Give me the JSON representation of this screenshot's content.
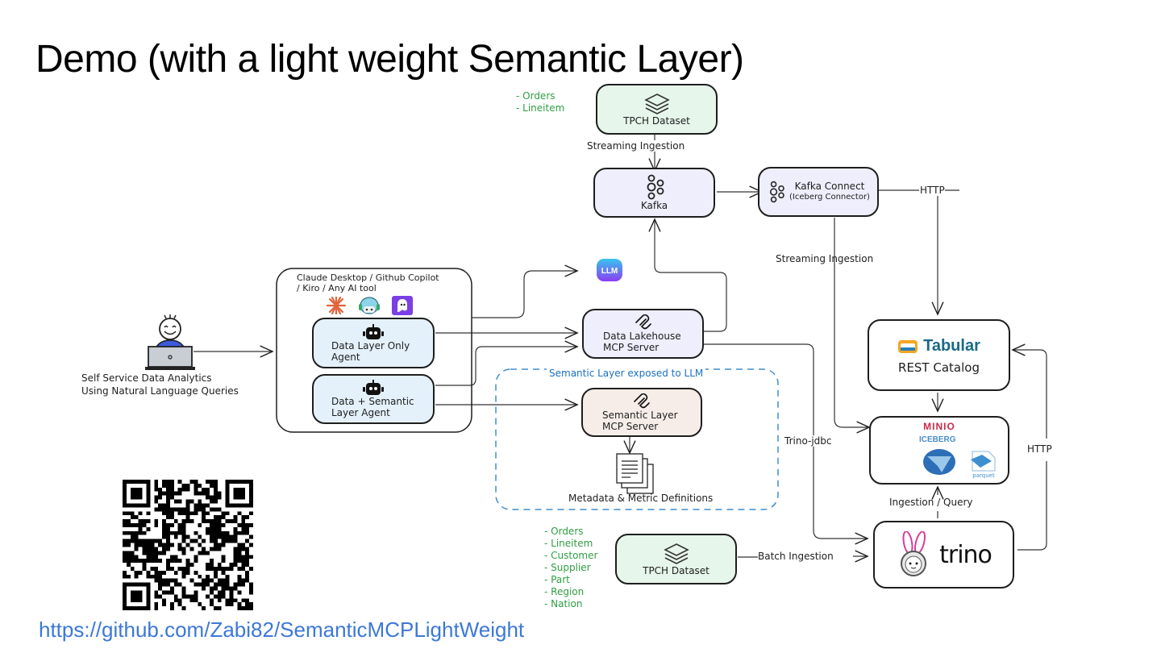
{
  "slide": {
    "title": "Demo (with a light weight Semantic Layer)",
    "repo_link": "https://github.com/Zabi82/SemanticMCPLightWeight"
  },
  "diagram": {
    "user": {
      "icon": "person-with-laptop-icon",
      "caption_line1": "Self Service Data Analytics",
      "caption_line2": "Using Natural Language Queries"
    },
    "ai_tools_group": {
      "label_line1": "Claude Desktop / Github Copilot",
      "label_line2": "/ Kiro / Any AI tool",
      "tool_icons": [
        "claude-icon",
        "copilot-icon",
        "kiro-icon"
      ],
      "agents": [
        {
          "icon": "robot-icon",
          "label_line1": "Data Layer Only",
          "label_line2": "Agent"
        },
        {
          "icon": "robot-icon",
          "label_line1": "Data + Semantic",
          "label_line2": "Layer Agent"
        }
      ]
    },
    "llm": {
      "icon": "llm-chip-icon",
      "label": "LLM"
    },
    "tpch_top": {
      "label": "TPCH Dataset",
      "tables": [
        "- Orders",
        "- Lineitem"
      ]
    },
    "tpch_bottom": {
      "label": "TPCH Dataset",
      "tables": [
        "- Orders",
        "- Lineitem",
        "- Customer",
        "- Supplier",
        "- Part",
        "- Region",
        "- Nation"
      ]
    },
    "kafka": {
      "label": "Kafka"
    },
    "kafka_connect": {
      "label": "Kafka Connect",
      "sublabel": "(Iceberg Connector)"
    },
    "lakehouse_mcp": {
      "label_line1": "Data Lakehouse",
      "label_line2": "MCP Server"
    },
    "semantic_group": {
      "label": "Semantic Layer exposed to LLM"
    },
    "semantic_mcp": {
      "label_line1": "Semantic Layer",
      "label_line2": "MCP Server"
    },
    "metadata": {
      "label": "Metadata & Metric Definitions"
    },
    "rest_catalog": {
      "brand": "Tabular",
      "label": "REST Catalog"
    },
    "storage": {
      "minio": "MINIO",
      "iceberg": "ICEBERG",
      "parquet": "parquet"
    },
    "trino": {
      "label": "trino"
    },
    "edge_labels": {
      "streaming_ingestion_top": "Streaming Ingestion",
      "http_top": "HTTP",
      "streaming_ingestion_right": "Streaming Ingestion",
      "trino_jdbc": "Trino-jdbc",
      "batch_ingestion": "Batch Ingestion",
      "ingestion_query": "Ingestion / Query",
      "http_right": "HTTP"
    },
    "colors": {
      "green_fill": "#e6f6ea",
      "purple_fill": "#eeeefc",
      "blue_fill": "#e4f1fb",
      "beige_fill": "#f6ede8",
      "green_text": "#2f9e44",
      "blue_dash": "#3d8fd1",
      "link": "#3c78d8"
    }
  }
}
